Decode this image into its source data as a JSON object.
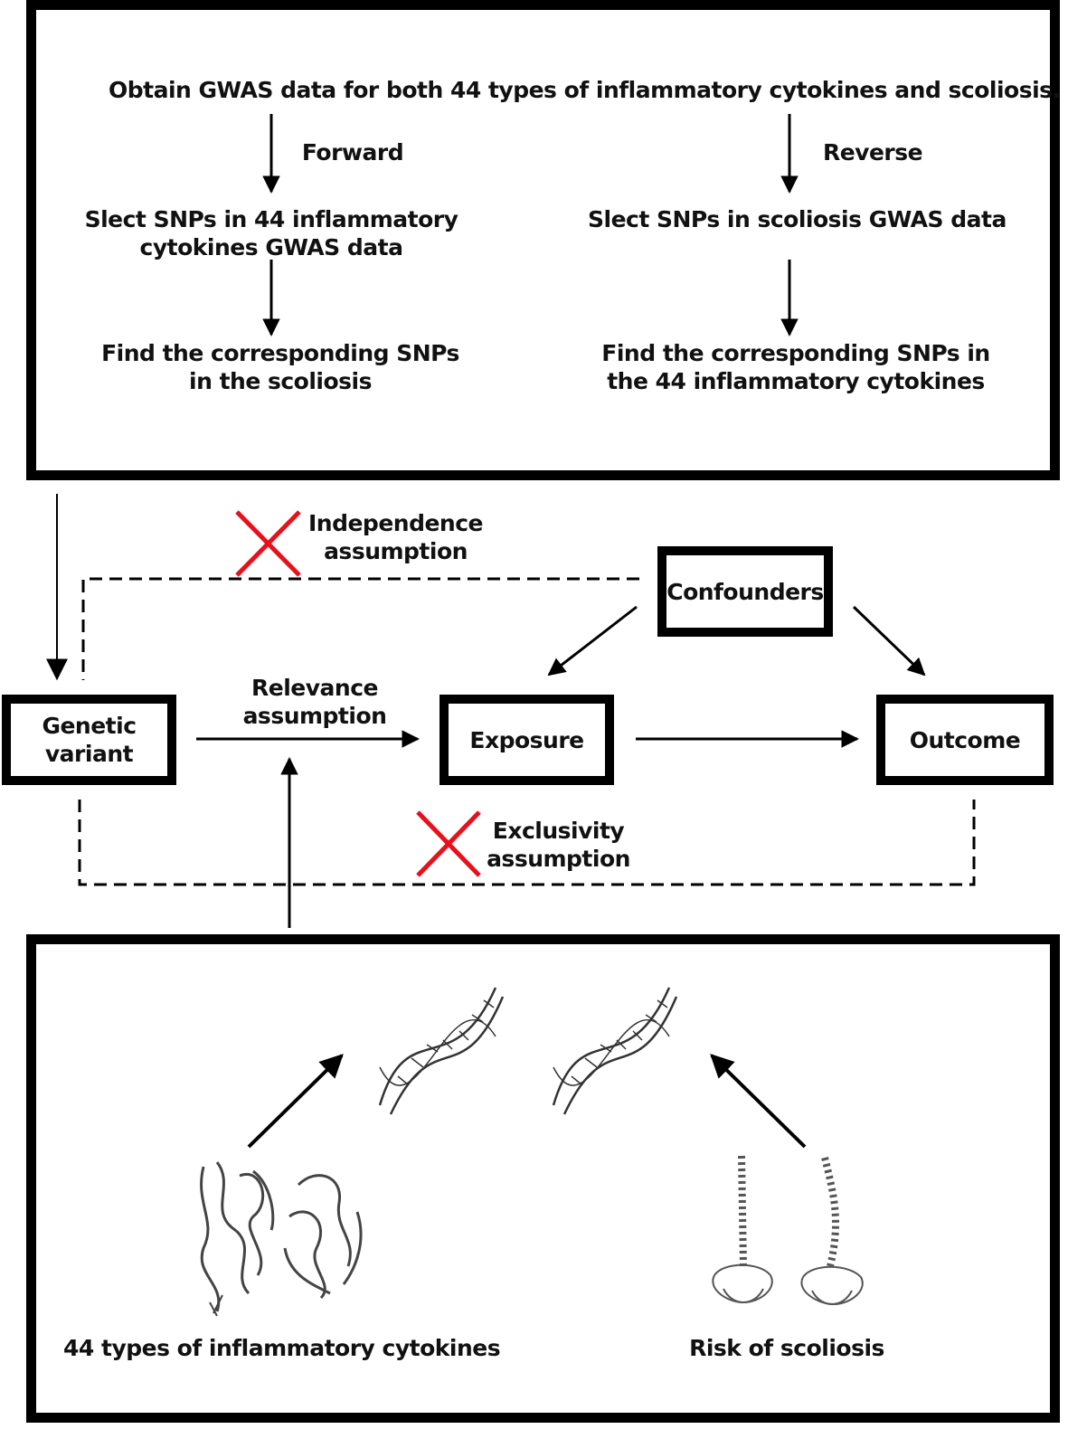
{
  "workflow": {
    "header": "Obtain GWAS data for both 44 types of inflammatory cytokines and scoliosis.",
    "forward": {
      "label": "Forward",
      "step1": [
        "Slect SNPs in 44 inflammatory",
        "cytokines GWAS data"
      ],
      "step2": [
        "Find the corresponding  SNPs",
        "in the scoliosis"
      ]
    },
    "reverse": {
      "label": "Reverse",
      "step1": [
        "Slect SNPs in scoliosis GWAS data"
      ],
      "step2": [
        "Find the corresponding  SNPs in",
        "the 44 inflammatory cytokines"
      ]
    }
  },
  "model": {
    "genetic_variant": [
      "Genetic",
      "variant"
    ],
    "exposure": "Exposure",
    "outcome": "Outcome",
    "confounders": "Confounders",
    "relevance": [
      "Relevance",
      "assumption"
    ],
    "independence": [
      "Independence",
      "assumption"
    ],
    "exclusivity": [
      "Exclusivity",
      "assumption"
    ]
  },
  "sources": {
    "cytokines_label": "44 types of inflammatory cytokines",
    "scoliosis_label": "Risk of scoliosis"
  },
  "colors": {
    "line": "#000000",
    "cross": "#e8101a",
    "sketch": "#555555"
  }
}
